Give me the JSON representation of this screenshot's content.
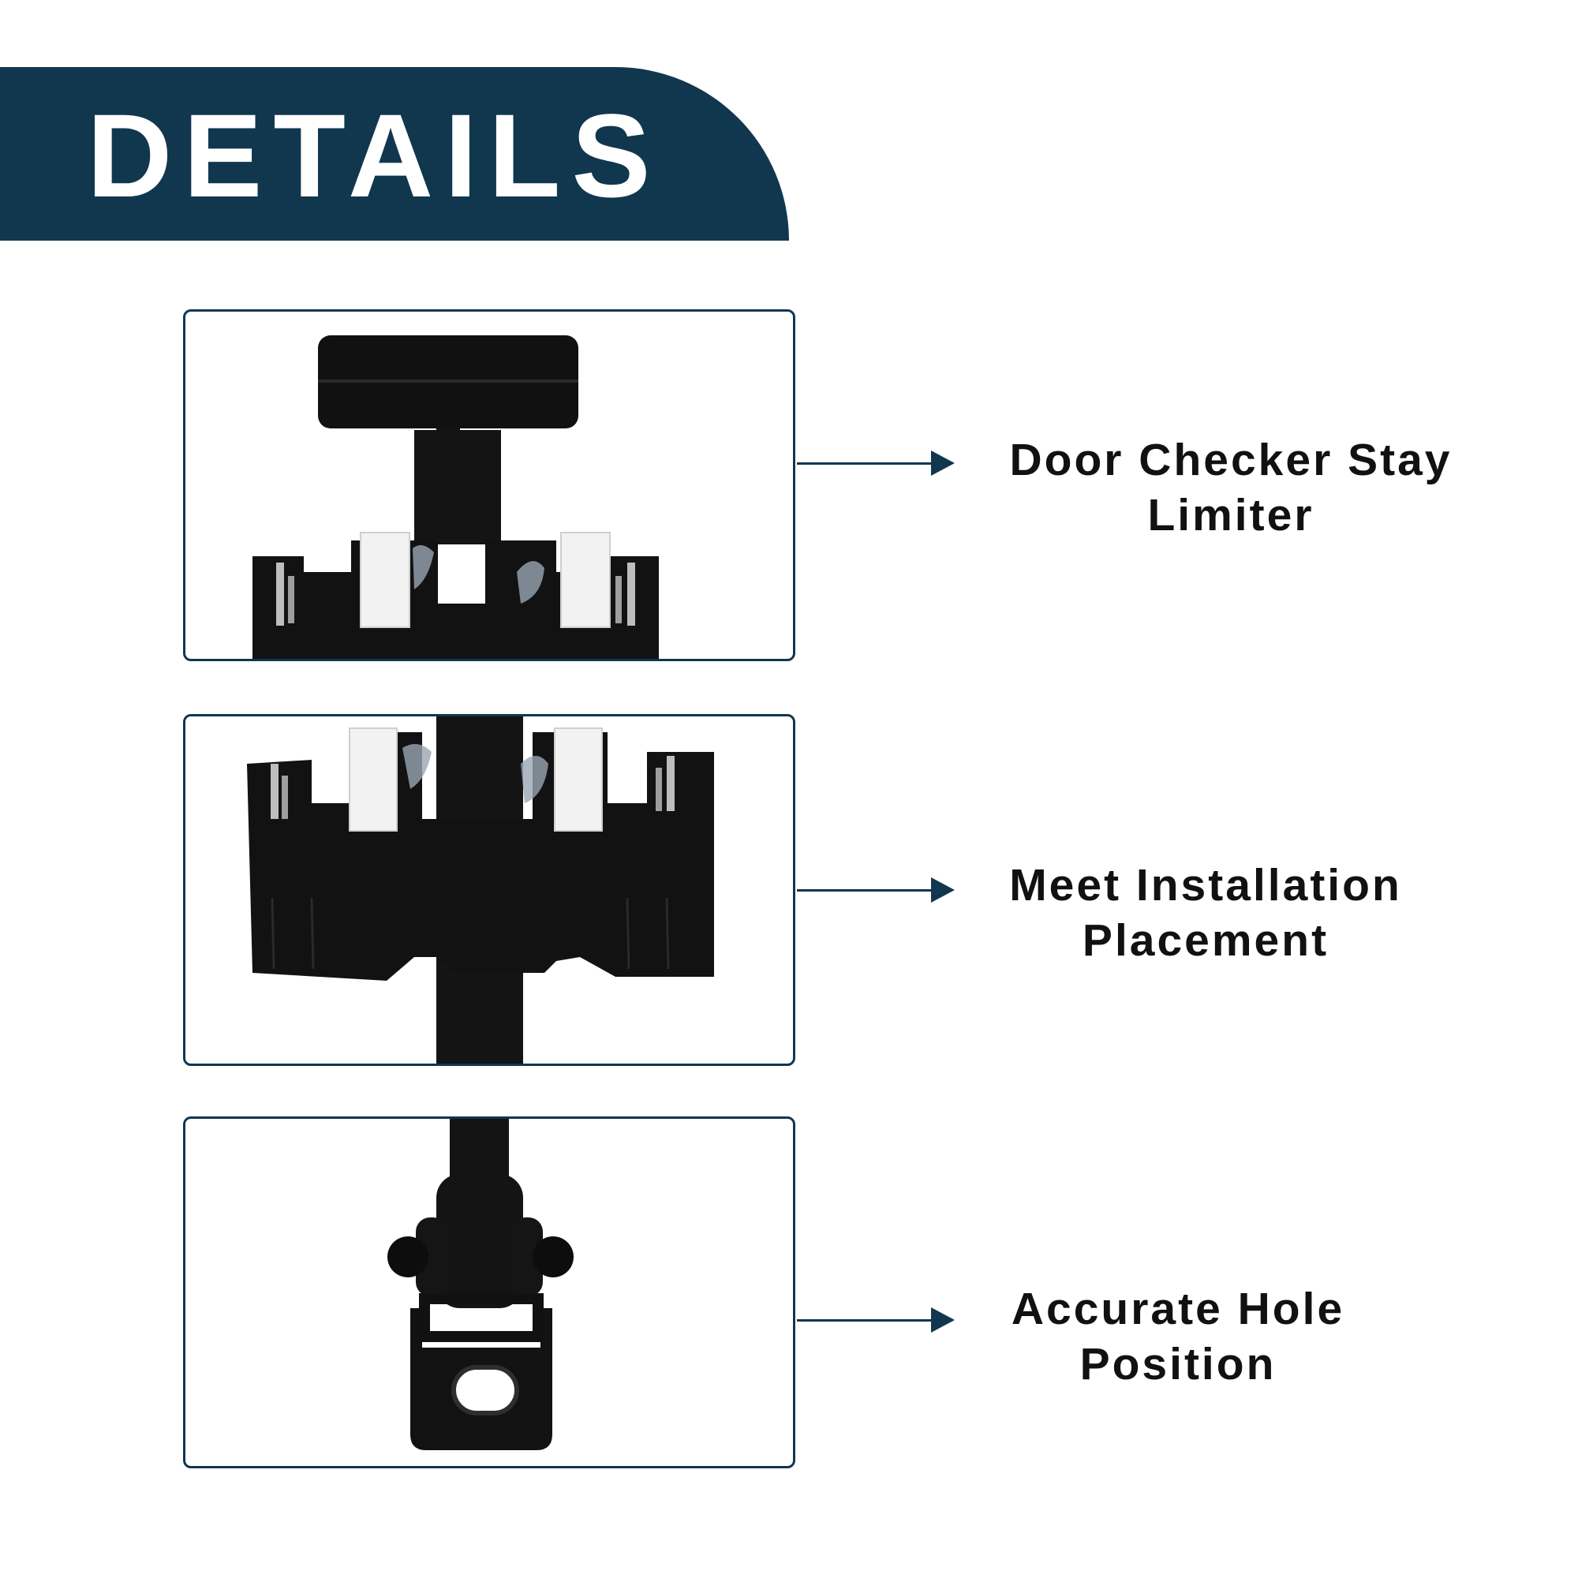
{
  "header": {
    "title": "DETAILS"
  },
  "brand_color": "#11374f",
  "features": [
    {
      "line1": "Door Checker Stay",
      "line2": "Limiter"
    },
    {
      "line1": "Meet Installation",
      "line2": "Placement"
    },
    {
      "line1": "Accurate Hole",
      "line2": "Position"
    }
  ],
  "product_photos": [
    "door-check-stopper-top",
    "door-check-housing",
    "door-check-mounting-bracket"
  ]
}
